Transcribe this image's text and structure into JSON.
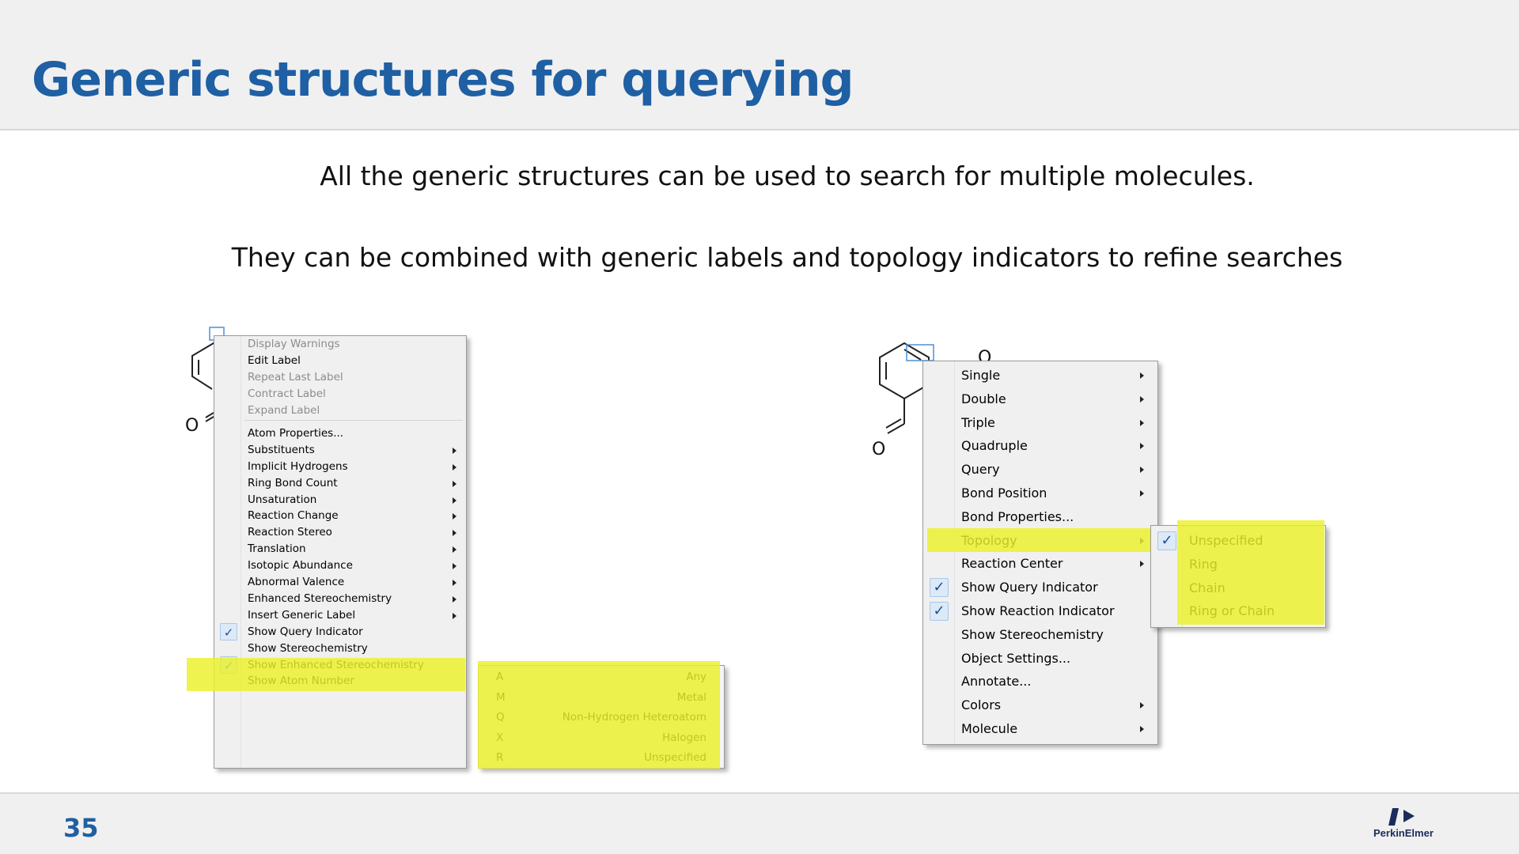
{
  "slide": {
    "title": "Generic structures for querying",
    "line1": "All the generic structures can be used to search for multiple molecules.",
    "line2": "They can be combined with generic labels and topology indicators to refine searches",
    "page_number": "35",
    "logo_text": "PerkinElmer"
  },
  "left_molecule": {
    "atom_label": "O"
  },
  "left_menu": {
    "items": [
      {
        "label": "Display Warnings",
        "disabled": true
      },
      {
        "label": "Edit Label"
      },
      {
        "label": "Repeat Last Label",
        "disabled": true
      },
      {
        "label": "Contract Label",
        "disabled": true
      },
      {
        "label": "Expand Label",
        "disabled": true
      },
      {
        "label": "Atom Properties..."
      },
      {
        "label": "Substituents",
        "submenu": true
      },
      {
        "label": "Implicit Hydrogens",
        "submenu": true
      },
      {
        "label": "Ring Bond Count",
        "submenu": true
      },
      {
        "label": "Unsaturation",
        "submenu": true
      },
      {
        "label": "Reaction Change",
        "submenu": true
      },
      {
        "label": "Reaction Stereo",
        "submenu": true
      },
      {
        "label": "Translation",
        "submenu": true
      },
      {
        "label": "Isotopic Abundance",
        "submenu": true
      },
      {
        "label": "Abnormal Valence",
        "submenu": true
      },
      {
        "label": "Enhanced Stereochemistry",
        "submenu": true
      },
      {
        "label": "Insert Generic Label",
        "submenu": true,
        "highlighted": true
      },
      {
        "label": "Show Query Indicator",
        "checked": true
      },
      {
        "label": "Show Stereochemistry"
      },
      {
        "label": "Show Enhanced Stereochemistry",
        "checked": true
      },
      {
        "label": "Show Atom Number"
      }
    ]
  },
  "generic_label_submenu": {
    "items": [
      {
        "key": "A",
        "label": "Any"
      },
      {
        "key": "M",
        "label": "Metal"
      },
      {
        "key": "Q",
        "label": "Non-Hydrogen Heteroatom"
      },
      {
        "key": "X",
        "label": "Halogen"
      },
      {
        "key": "R",
        "label": "Unspecified"
      }
    ]
  },
  "right_molecule": {
    "atom_label_top": "O",
    "atom_label_left": "O"
  },
  "right_menu": {
    "items": [
      {
        "label": "Single",
        "submenu": true
      },
      {
        "label": "Double",
        "submenu": true
      },
      {
        "label": "Triple",
        "submenu": true
      },
      {
        "label": "Quadruple",
        "submenu": true
      },
      {
        "label": "Query",
        "submenu": true
      },
      {
        "label": "Bond Position",
        "submenu": true
      },
      {
        "label": "Bond Properties..."
      },
      {
        "label": "Topology",
        "submenu": true,
        "highlighted": true
      },
      {
        "label": "Reaction Center",
        "submenu": true
      },
      {
        "label": "Show Query Indicator",
        "checked": true
      },
      {
        "label": "Show Reaction Indicator",
        "checked": true
      },
      {
        "label": "Show Stereochemistry"
      },
      {
        "label": "Object Settings..."
      },
      {
        "label": "Annotate..."
      },
      {
        "label": "Colors",
        "submenu": true
      },
      {
        "label": "Molecule",
        "submenu": true
      }
    ]
  },
  "topology_submenu": {
    "items": [
      {
        "label": "Unspecified",
        "checked": true
      },
      {
        "label": "Ring"
      },
      {
        "label": "Chain"
      },
      {
        "label": "Ring or Chain"
      }
    ]
  },
  "colors": {
    "title_blue": "#1f5fa3",
    "highlight_yellow": "#ecf028",
    "menu_bg": "#f0f0f0"
  }
}
